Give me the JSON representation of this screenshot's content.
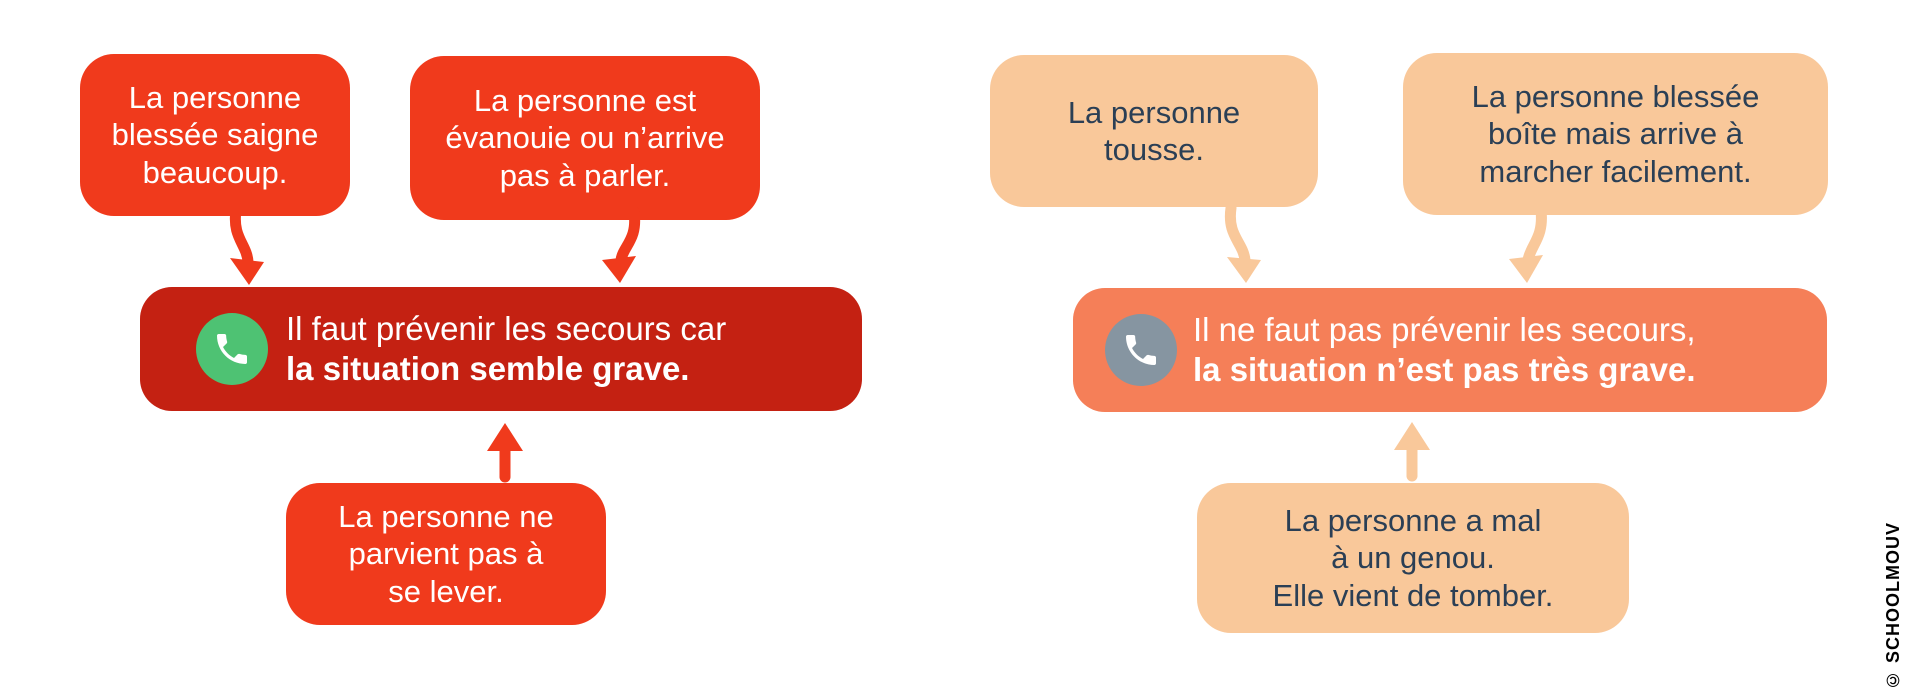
{
  "colors": {
    "red": "#f03a1c",
    "darkred": "#c42112",
    "green": "#4ec273",
    "peach": "#f9c89a",
    "salmon": "#f57f58",
    "gray": "#8695a1",
    "navy": "#2b3f55"
  },
  "icons": {
    "left_badge": "phone-icon",
    "right_badge": "phone-icon"
  },
  "left": {
    "top_left": "La personne\nblessée saigne\nbeaucoup.",
    "top_right": "La personne est\névanouie ou n’arrive\npas à parler.",
    "conclusion": {
      "line1": "Il faut prévenir les secours car",
      "line2": "la situation semble grave."
    },
    "bottom": "La personne ne\nparvient pas à\nse lever."
  },
  "right": {
    "top_left": "La personne\ntousse.",
    "top_right": "La personne blessée\nboîte mais arrive à\nmarcher facilement.",
    "conclusion": {
      "line1": "Il ne faut pas prévenir les secours,",
      "line2": "la situation n’est pas très grave."
    },
    "bottom": "La personne a mal\nà un genou.\nElle vient de tomber."
  },
  "watermark": "© SCHOOLMOUV"
}
